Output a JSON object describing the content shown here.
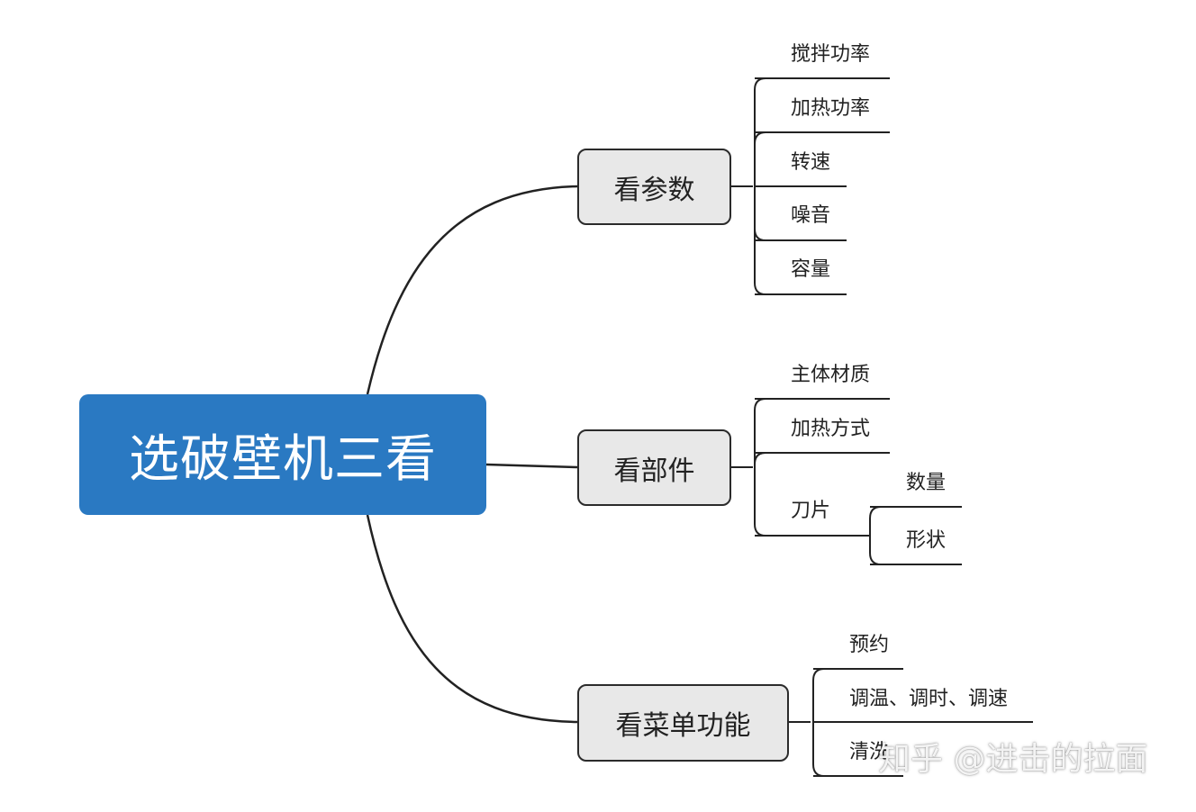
{
  "root": {
    "label": "选破壁机三看"
  },
  "branches": [
    {
      "label": "看参数",
      "leaves": [
        "搅拌功率",
        "加热功率",
        "转速",
        "噪音",
        "容量"
      ]
    },
    {
      "label": "看部件",
      "leaves": [
        "主体材质",
        "加热方式",
        "刀片"
      ],
      "sub": {
        "parent": "刀片",
        "leaves": [
          "数量",
          "形状"
        ]
      }
    },
    {
      "label": "看菜单功能",
      "leaves": [
        "预约",
        "调温、调时、调速",
        "清洗"
      ]
    }
  ],
  "watermark": "知乎 @进击的拉面",
  "colors": {
    "root_fill": "#2a79c2",
    "branch_fill": "#e8e8e8",
    "line": "#222222"
  }
}
